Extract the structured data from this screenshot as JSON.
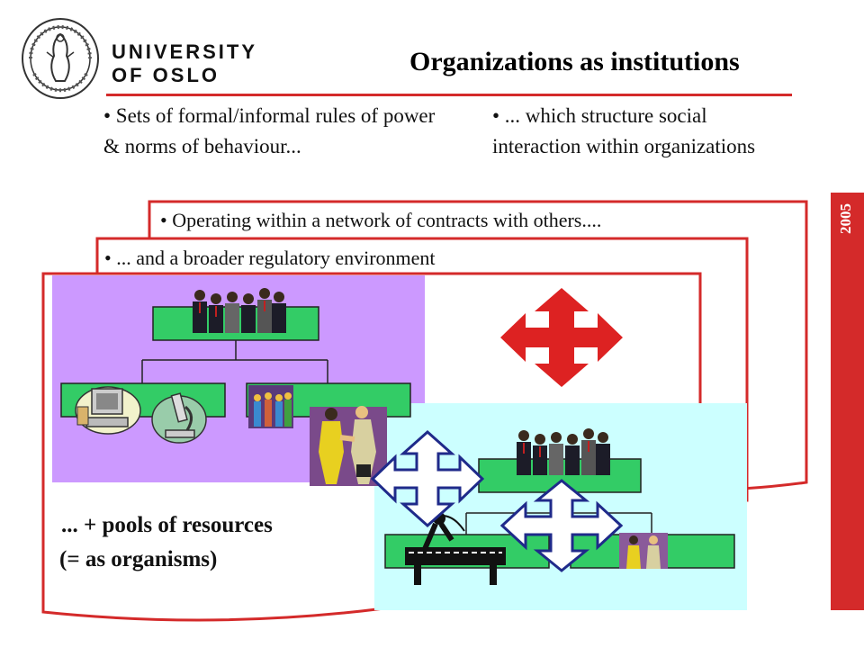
{
  "header": {
    "university_line1": "UNIVERSITY",
    "university_line2": "OF OSLO",
    "title": "Organizations as institutions"
  },
  "bullets": {
    "left": "• Sets of formal/informal rules of power & norms of behaviour...",
    "right": "• ... which structure social interaction within organizations"
  },
  "panels": {
    "back": "• Operating within a network of contracts with others....",
    "middle": "• ... and a broader regulatory environment",
    "front_line1": "... + pools of resources",
    "front_line2": "(= as organisms)"
  },
  "sidebar": {
    "year": "2005"
  },
  "colors": {
    "accent_red": "#d42a2a",
    "purple_panel": "#cc99ff",
    "cyan_panel": "#ccffff",
    "org_box_green": "#33cc66",
    "arrow_blue": "#1f2a8a"
  }
}
